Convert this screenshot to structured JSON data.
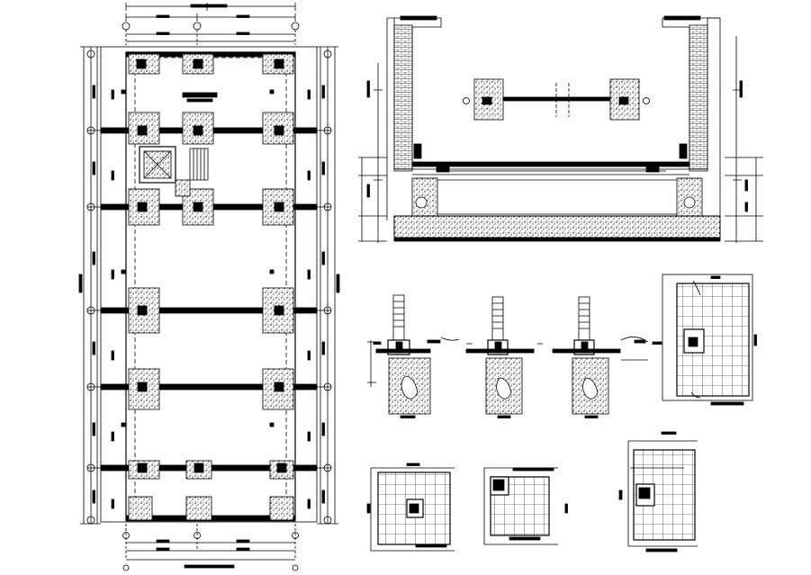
{
  "drawing": {
    "type": "foundation-plan-and-details",
    "line_color": "#000000",
    "background": "#ffffff",
    "hatch_style": "concrete-stipple",
    "column_count": 18,
    "detail_count": 9
  }
}
